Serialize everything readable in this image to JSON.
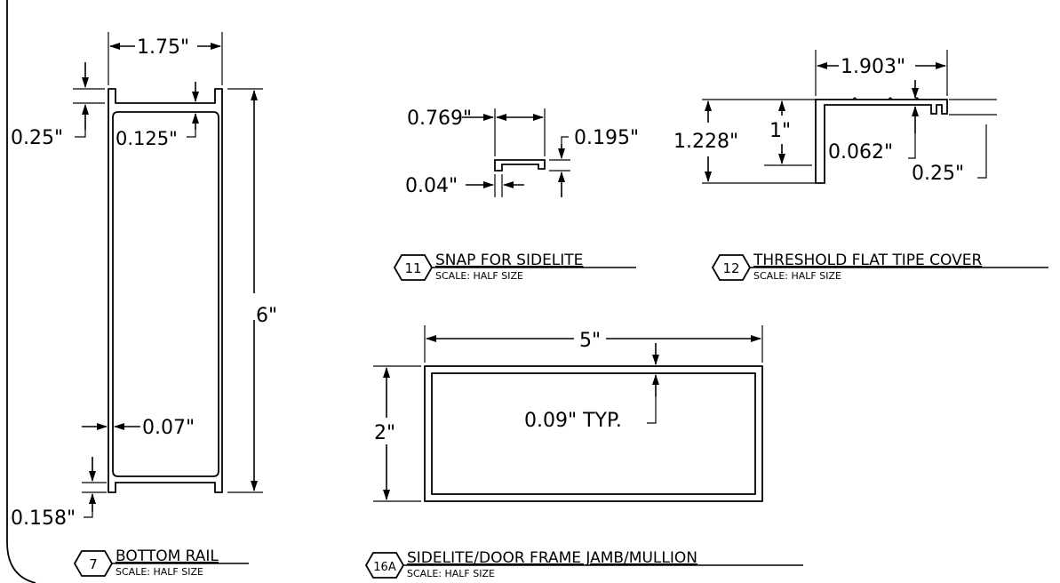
{
  "details": {
    "bottom_rail": {
      "tag": "7",
      "title": "BOTTOM RAIL",
      "scale": "SCALE: HALF SIZE",
      "dims": {
        "width": "1.75\"",
        "height": "6\"",
        "top_flange": "0.25\"",
        "wall_top": "0.125\"",
        "wall_side": "0.07\"",
        "bottom_flange": "0.158\""
      }
    },
    "snap_sidelite": {
      "tag": "11",
      "title": "SNAP FOR SIDELITE",
      "scale": "SCALE: HALF SIZE",
      "dims": {
        "width": "0.769\"",
        "height": "0.195\"",
        "wall": "0.04\""
      }
    },
    "threshold_cover": {
      "tag": "12",
      "title": "THRESHOLD FLAT TIPE COVER",
      "scale": "SCALE: HALF SIZE",
      "dims": {
        "width": "1.903\"",
        "overall_height": "1.228\"",
        "height": "1\"",
        "wall": "0.062\"",
        "lip": "0.25\""
      }
    },
    "jamb_mullion": {
      "tag": "16A",
      "title": "SIDELITE/DOOR FRAME JAMB/MULLION",
      "scale": "SCALE: HALF SIZE",
      "dims": {
        "width": "5\"",
        "height": "2\"",
        "wall": "0.09\" TYP."
      }
    }
  }
}
